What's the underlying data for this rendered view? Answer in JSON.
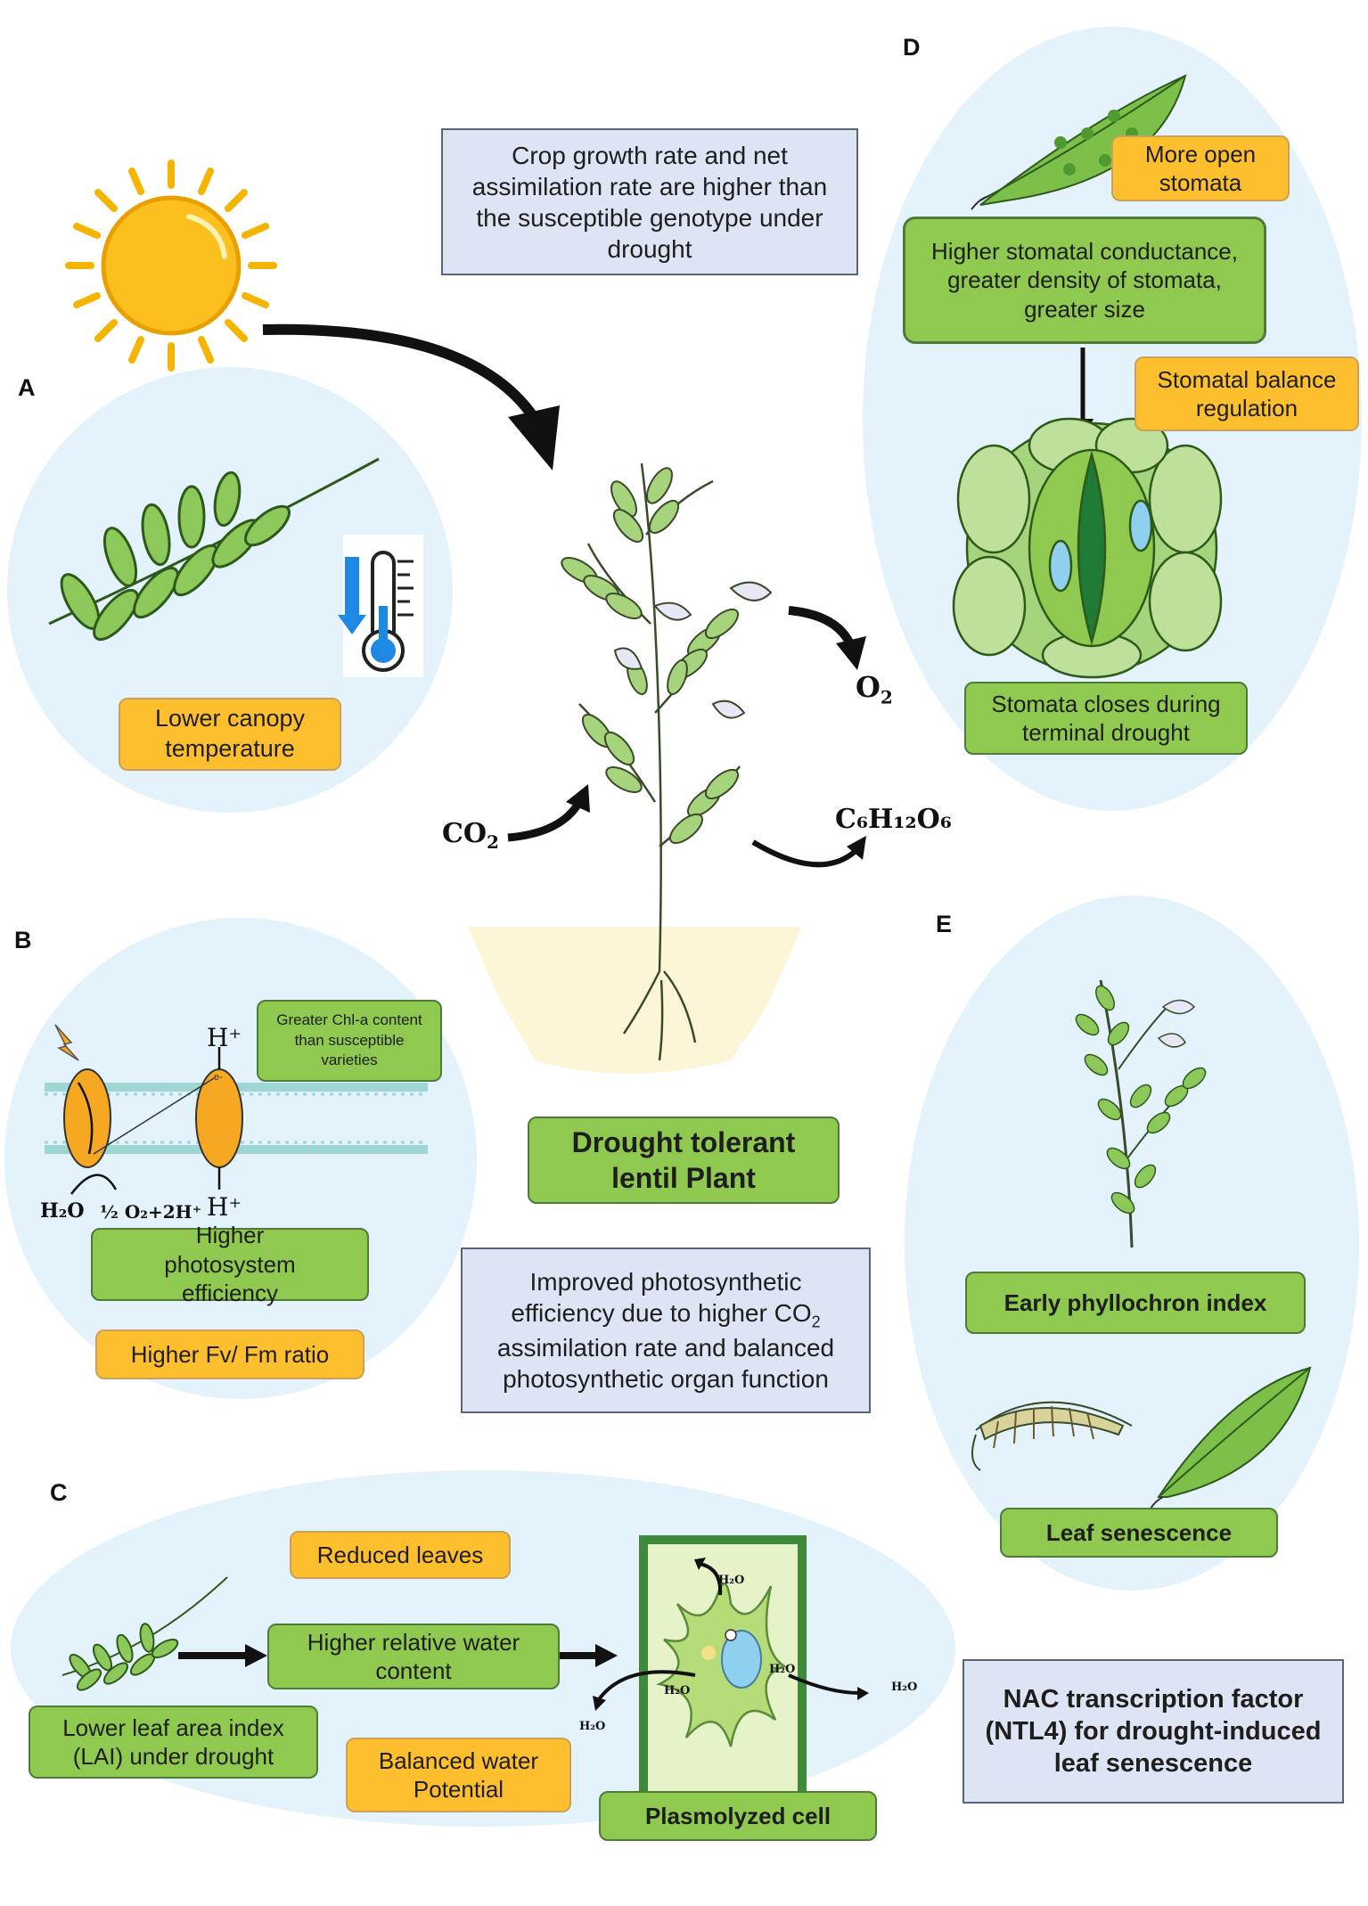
{
  "panels": {
    "a": {
      "letter": "A",
      "canopy": "Lower canopy temperature"
    },
    "b": {
      "letter": "B",
      "chl": "Greater Chl-a content than susceptible varieties",
      "hplus_top": "H⁺",
      "hplus_bottom": "H⁺",
      "h2o": "H₂O",
      "o2": "½ O₂+2H⁺",
      "electron": "e-",
      "photosystem": "Higher photosystem efficiency",
      "fvfm": "Higher Fv/ Fm ratio"
    },
    "c": {
      "letter": "C",
      "reduced": "Reduced leaves",
      "rwc": "Higher relative water content",
      "lai": "Lower leaf area index (LAI) under drought",
      "balanced": "Balanced water Potential",
      "plasmolyzed": "Plasmolyzed cell",
      "h2o": "H₂O"
    },
    "d": {
      "letter": "D",
      "open": "More open stomata",
      "conductance": "Higher stomatal conductance, greater density of stomata, greater size",
      "balance": "Stomatal balance regulation",
      "closes": "Stomata closes during terminal drought"
    },
    "e": {
      "letter": "E",
      "phyllochron": "Early phyllochron index",
      "senescence": "Leaf senescence"
    }
  },
  "center": {
    "crop_growth": "Crop growth rate and net assimilation rate are higher than the susceptible genotype under drought",
    "plant_title": "Drought tolerant lentil Plant",
    "photosynthetic_a": "Improved photosynthetic efficiency due to higher CO",
    "photosynthetic_sub": "2",
    "photosynthetic_b": " assimilation rate and balanced photosynthetic organ function",
    "nac": "NAC transcription factor (NTL4) for drought-induced leaf senescence",
    "co2": "CO",
    "co2_sub": "2",
    "o2": "O",
    "o2_sub": "2",
    "glucose": "C₆H₁₂O₆"
  },
  "colors": {
    "ellipse": "#e3f2fb",
    "orange": "#fdbf2d",
    "green": "#8fc94f",
    "blue_box": "#dde4f4",
    "leaf": "#7cc04a"
  },
  "icons": [
    "sun-icon",
    "thermometer-icon",
    "leaf-icon",
    "lentil-plant-icon",
    "stomata-icon",
    "plant-cell-icon",
    "pod-icon",
    "lightning-icon"
  ]
}
